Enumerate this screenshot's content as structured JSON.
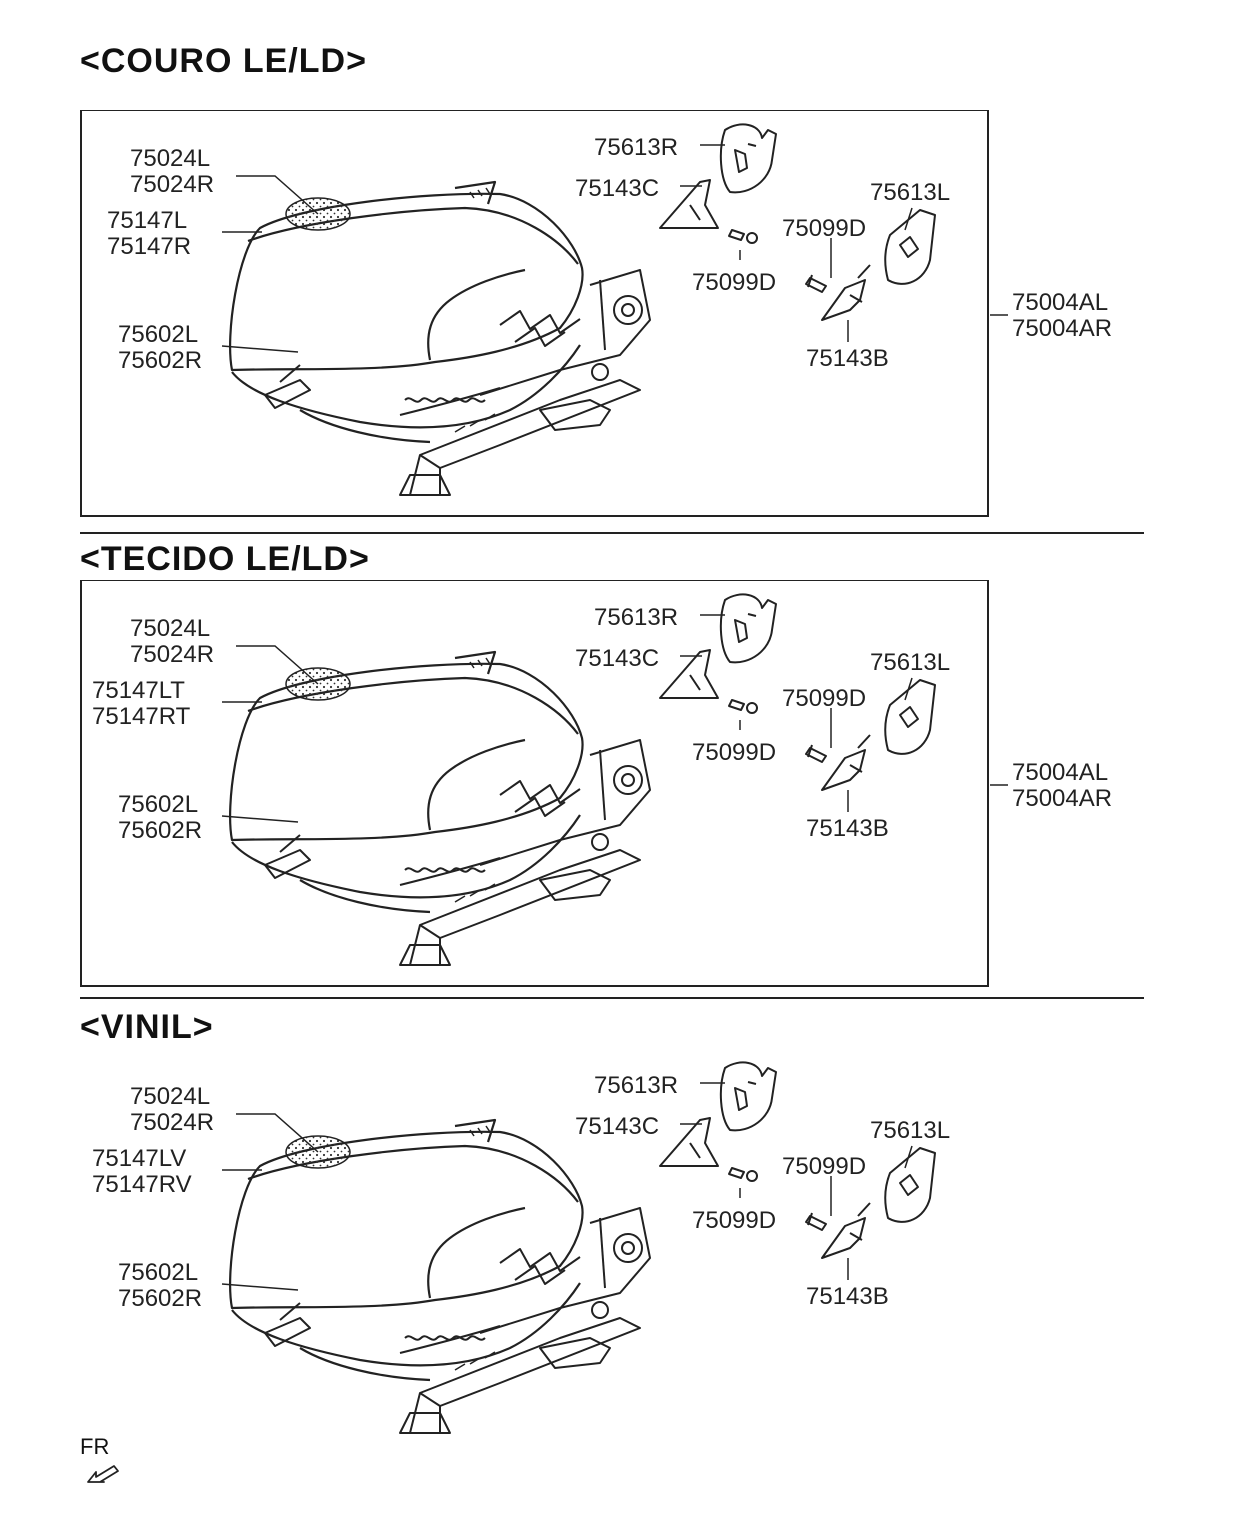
{
  "sections": [
    {
      "title": "<COURO LE/LD>",
      "boxed": true,
      "labels": {
        "cover_top": "75024L",
        "cover_top2": "75024R",
        "cover_side": "75147L",
        "cover_side2": "75147R",
        "pad": "75602L",
        "pad2": "75602R",
        "bracket_r": "75613R",
        "cap_c": "75143C",
        "screw_a": "75099D",
        "screw_b": "75099D",
        "bracket_l": "75613L",
        "cap_b": "75143B",
        "assy": "75004AL",
        "assy2": "75004AR"
      }
    },
    {
      "title": "<TECIDO LE/LD>",
      "boxed": true,
      "labels": {
        "cover_top": "75024L",
        "cover_top2": "75024R",
        "cover_side": "75147LT",
        "cover_side2": "75147RT",
        "pad": "75602L",
        "pad2": "75602R",
        "bracket_r": "75613R",
        "cap_c": "75143C",
        "screw_a": "75099D",
        "screw_b": "75099D",
        "bracket_l": "75613L",
        "cap_b": "75143B",
        "assy": "75004AL",
        "assy2": "75004AR"
      }
    },
    {
      "title": "<VINIL>",
      "boxed": false,
      "labels": {
        "cover_top": "75024L",
        "cover_top2": "75024R",
        "cover_side": "75147LV",
        "cover_side2": "75147RV",
        "pad": "75602L",
        "pad2": "75602R",
        "bracket_r": "75613R",
        "cap_c": "75143C",
        "screw_a": "75099D",
        "screw_b": "75099D",
        "bracket_l": "75613L",
        "cap_b": "75143B"
      }
    }
  ],
  "fr_label": "FR"
}
